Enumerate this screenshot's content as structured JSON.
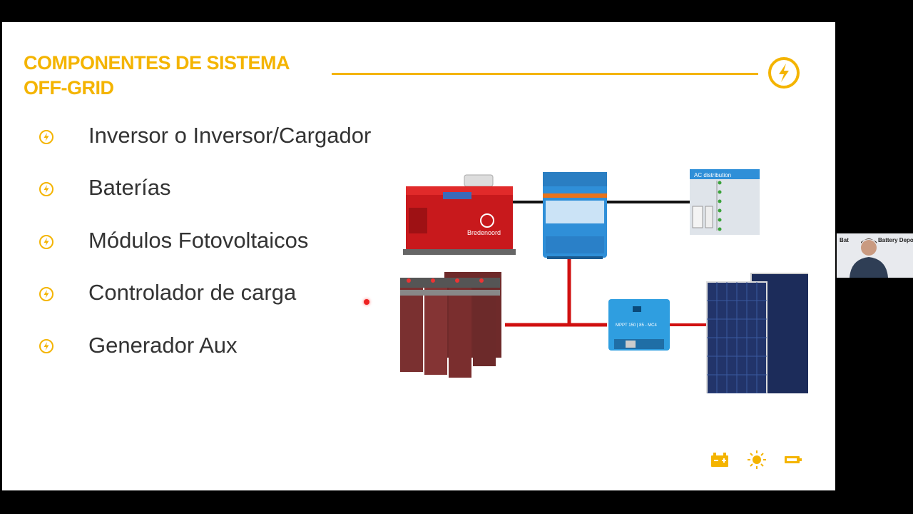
{
  "slide": {
    "title_line1": "COMPONENTES DE SISTEMA",
    "title_line2": "OFF-GRID",
    "bullets": [
      "Inversor o Inversor/Cargador",
      "Baterías",
      "Módulos Fotovoltaicos",
      "Controlador de carga",
      "Generador Aux"
    ],
    "diagram": {
      "generator_brand": "Bredenoord",
      "ac_distribution_label": "AC distribution",
      "controller_text": "MPPT 150 | 85 - MC4"
    }
  },
  "webcam": {
    "label_left": "Bat",
    "label_right": "Battery Depot"
  },
  "colors": {
    "accent": "#f4b400",
    "wire_red": "#d01010",
    "wire_black": "#111111",
    "inverter_blue": "#2f8fd8"
  }
}
